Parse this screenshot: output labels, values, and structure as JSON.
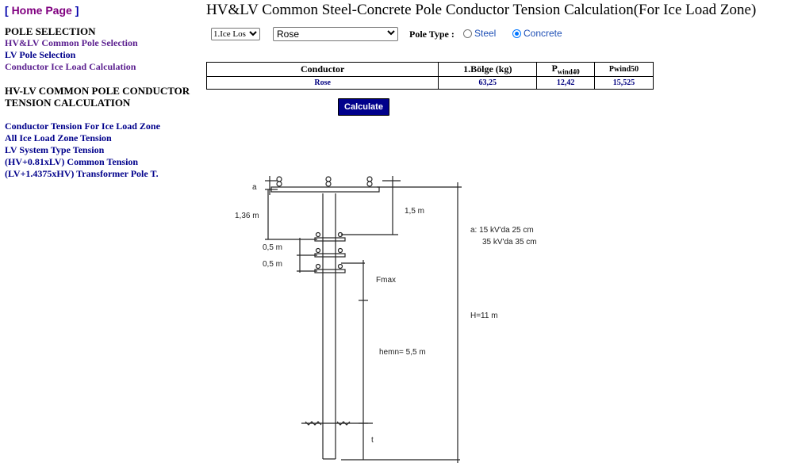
{
  "sidebar": {
    "home_label": "Home Page",
    "home_bracket_open": "[",
    "home_bracket_close": "]",
    "pole_selection_heading": "POLE SELECTION",
    "links_pole": [
      {
        "label": "HV&LV Common Pole Selection"
      },
      {
        "label": "LV Pole Selection"
      },
      {
        "label": "Conductor Ice Load Calculation"
      }
    ],
    "tension_heading_line1": "HV-LV COMMON POLE CONDUCTOR",
    "tension_heading_line2": "TENSION CALCULATION",
    "links_tension": [
      {
        "label": "Conductor Tension For Ice Load Zone"
      },
      {
        "label": "All Ice Load Zone Tension"
      },
      {
        "label": "LV System Type Tension"
      },
      {
        "label": "(HV+0.81xLV) Common Tension"
      },
      {
        "label": "(LV+1.4375xHV) Transformer Pole T."
      }
    ]
  },
  "header": {
    "title": "HV&LV Common Steel-Concrete Pole Conductor Tension Calculation(For Ice Load Zone)"
  },
  "controls": {
    "ice_zone_selected": "1.Ice Los",
    "conductor_selected": "Rose",
    "pole_type_label": "Pole Type :",
    "pole_type_options": [
      {
        "label": "Steel",
        "checked": false
      },
      {
        "label": "Concrete",
        "checked": true
      }
    ]
  },
  "table": {
    "headers": {
      "conductor": "Conductor",
      "bolge": "1.Bölge (kg)",
      "pwind40_main": "P",
      "pwind40_sub": "wind40",
      "pwind50": "Pwind50"
    },
    "rows": [
      {
        "conductor": "Rose",
        "bolge": "63,25",
        "pwind40": "12,42",
        "pwind50": "15,525"
      }
    ]
  },
  "calculate_label": "Calculate",
  "diagram": {
    "label_a": "a",
    "label_136": "1,36 m",
    "label_15": "1,5 m",
    "label_05_top": "0,5 m",
    "label_05_bottom": "0,5 m",
    "label_a_note_1": "a: 15 kV'da 25 cm",
    "label_a_note_2": "35 kV'da 35 cm",
    "label_fmax": "Fmax",
    "label_h": "H=11 m",
    "label_hemn": "hemn= 5,5 m",
    "label_t": "t"
  }
}
